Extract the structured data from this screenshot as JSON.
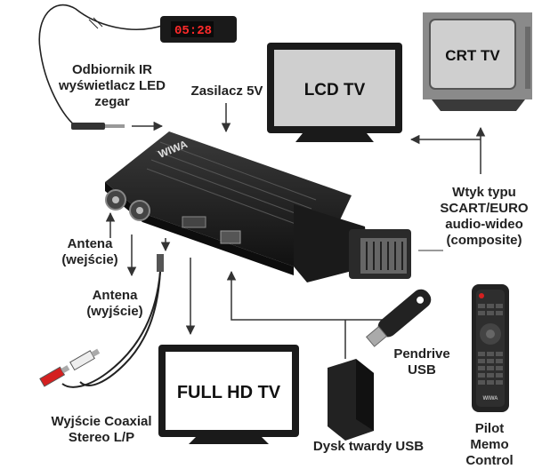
{
  "clock_display": "05:28",
  "lcd_tv": "LCD TV",
  "crt_tv": "CRT TV",
  "full_hd_tv": "FULL HD TV",
  "brand": "WIWA",
  "remote_brand": "WIWA",
  "labels": {
    "ir_receiver": [
      "Odbiornik IR",
      "wyświetlacz LED",
      "zegar"
    ],
    "power": [
      "Zasilacz 5V"
    ],
    "scart": [
      "Wtyk typu",
      "SCART/EURO",
      "audio-wideo",
      "(composite)"
    ],
    "antenna_in": [
      "Antena",
      "(wejście)"
    ],
    "antenna_out": [
      "Antena",
      "(wyjście)"
    ],
    "pendrive": [
      "Pendrive",
      "USB"
    ],
    "coaxial": [
      "Wyjście Coaxial",
      "Stereo L/P"
    ],
    "hdd": [
      "Dysk twardy USB"
    ],
    "remote": [
      "Pilot",
      "Memo Control"
    ]
  },
  "colors": {
    "device": "#1f1f1f",
    "screen": "#cfcfcf",
    "clock_digits": "#ff2a2a",
    "rca_red": "#d42020",
    "rca_white": "#eeeeee"
  }
}
